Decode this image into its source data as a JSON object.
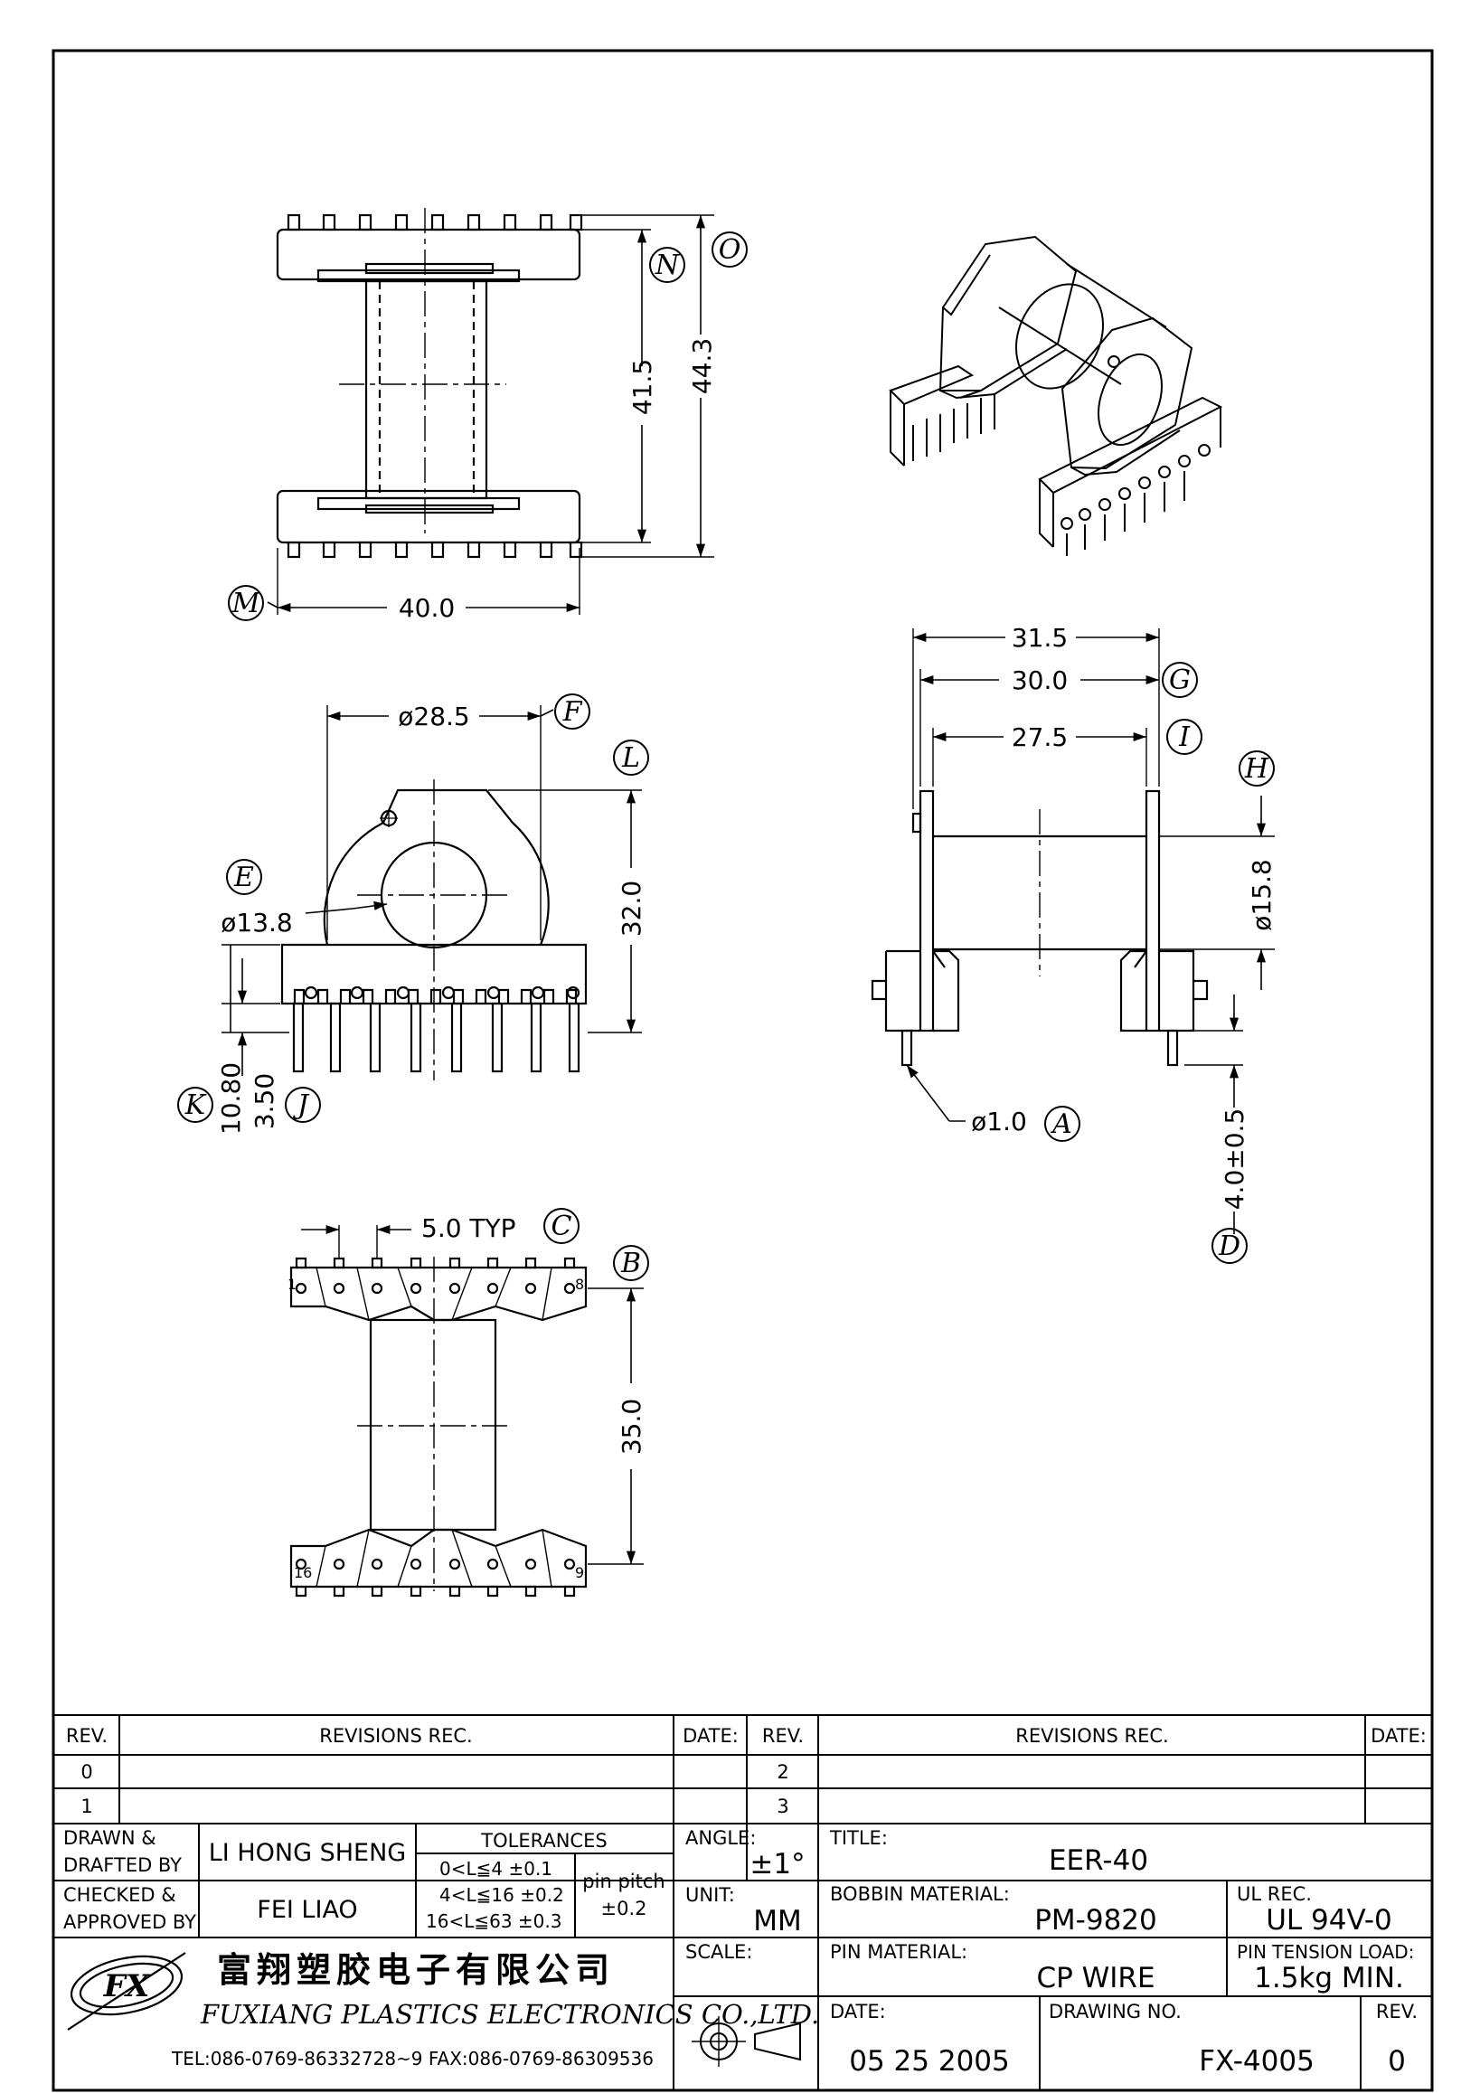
{
  "views": {
    "top": {
      "dim_width": "40.0",
      "dim_inner_height": "41.5",
      "dim_outer_height": "44.3",
      "callout_width": "M",
      "callout_inner": "N",
      "callout_outer": "O"
    },
    "front": {
      "dim_flange_dia": "ø28.5",
      "dim_hole_dia": "ø13.8",
      "dim_height": "32.0",
      "dim_base": "10.80",
      "dim_standoff": "3.50",
      "callout_flange": "F",
      "callout_hole": "E",
      "callout_height": "L",
      "callout_base": "K",
      "callout_standoff": "J"
    },
    "side": {
      "dim_overall": "31.5",
      "dim_flange_outer": "30.0",
      "dim_winding": "27.5",
      "dim_core": "ø15.8",
      "dim_pin": "ø1.0",
      "dim_pin_length": "4.0±0.5",
      "callout_flange_outer": "G",
      "callout_winding": "I",
      "callout_core": "H",
      "callout_pin": "A",
      "callout_pin_length": "D"
    },
    "bottom": {
      "dim_pitch": "5.0  TYP",
      "dim_pin_rows": "35.0",
      "callout_pitch": "C",
      "callout_rows": "B",
      "pin_1": "1",
      "pin_8": "8",
      "pin_16": "16",
      "pin_9": "9"
    }
  },
  "title_block": {
    "rev_header": "REV.",
    "revisions_header": "REVISIONS   REC.",
    "date_header": "DATE:",
    "rev_left": [
      "0",
      "1"
    ],
    "rev_right": [
      "2",
      "3"
    ],
    "drawn_label_1": "DRAWN  &",
    "drawn_label_2": "DRAFTED  BY",
    "drawn_name": "LI  HONG  SHENG",
    "checked_label_1": "CHECKED  &",
    "checked_label_2": "APPROVED  BY",
    "checked_name": "FEI  LIAO",
    "tolerances_label": "TOLERANCES",
    "tol_1": "0<L≦4    ±0.1",
    "tol_2": "4<L≦16  ±0.2",
    "tol_3": "16<L≦63  ±0.3",
    "pin_pitch_label": "pin  pitch",
    "pin_pitch_value": "±0.2",
    "angle_label": "ANGLE:",
    "angle_value": "±1°",
    "unit_label": "UNIT:",
    "unit_value": "MM",
    "scale_label": "SCALE:",
    "title_label": "TITLE:",
    "title_value": "EER-40",
    "bobbin_label": "BOBBIN  MATERIAL:",
    "bobbin_value": "PM-9820",
    "ul_label": "UL  REC.",
    "ul_value": "UL  94V-0",
    "pinmat_label": "PIN  MATERIAL:",
    "pinmat_value": "CP  WIRE",
    "tension_label": "PIN  TENSION  LOAD:",
    "tension_value": "1.5kg  MIN.",
    "date_label": "DATE:",
    "date_value": "05  25  2005",
    "drawing_no_label": "DRAWING  NO.",
    "drawing_no_value": "FX-4005",
    "rev_label": "REV.",
    "rev_value": "0",
    "company_cn": "富翔塑胶电子有限公司",
    "company_en": "FUXIANG  PLASTICS  ELECTRONICS  CO.,LTD.",
    "company_tel": "TEL:086-0769-86332728~9   FAX:086-0769-86309536",
    "logo_text": "FX"
  },
  "colors": {
    "ink": "#000000",
    "paper": "#ffffff"
  }
}
